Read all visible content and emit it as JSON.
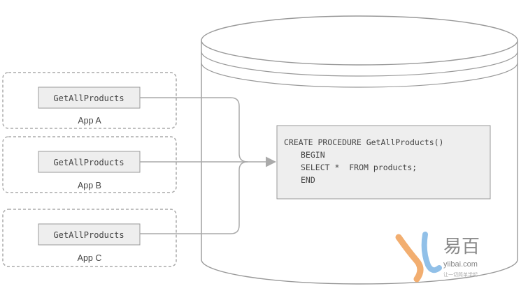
{
  "apps": [
    {
      "label": "App A",
      "call": "GetAllProducts"
    },
    {
      "label": "App B",
      "call": "GetAllProducts"
    },
    {
      "label": "App C",
      "call": "GetAllProducts"
    }
  ],
  "procedure": {
    "lines": [
      "CREATE PROCEDURE GetAllProducts()",
      "BEGIN",
      "SELECT *  FROM products;",
      "END"
    ]
  },
  "watermark": {
    "name": "易百",
    "domain": "yiibai.com",
    "tagline": "让一切简单学起"
  },
  "colors": {
    "outline": "#999999",
    "box_fill": "#eeeeee",
    "text": "#444444",
    "arrow": "#aaaaaa",
    "logo_orange": "#f0a058",
    "logo_blue": "#7eb6e4",
    "watermark_text": "#888888"
  }
}
